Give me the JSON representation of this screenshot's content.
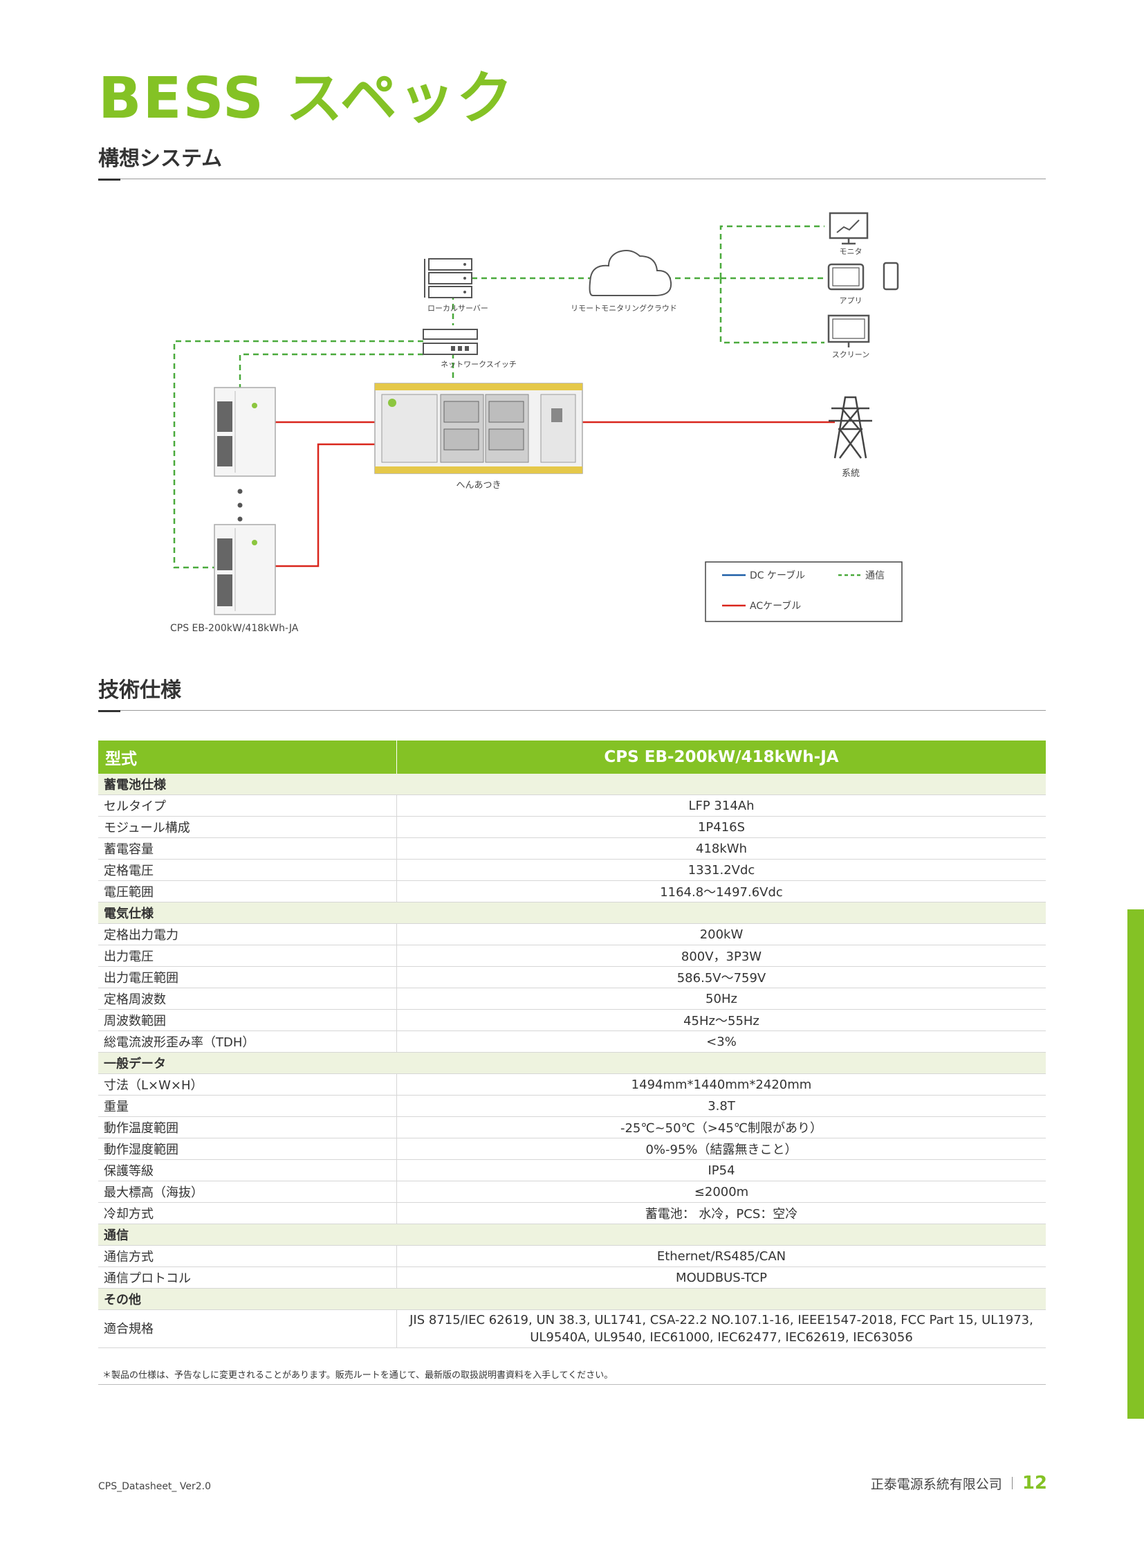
{
  "page": {
    "title": "BESS スペック",
    "section_system": "構想システム",
    "section_specs": "技術仕様"
  },
  "diagram": {
    "local_server": "ローカルサーバー",
    "cloud": "リモートモニタリングクラウド",
    "network_switch": "ネットワークスイッチ",
    "monitor": "モニタ",
    "app": "アプリ",
    "screen": "スクリーン",
    "pcs": "へんあつき",
    "grid": "系統",
    "cabinet_model": "CPS EB-200kW/418kWh-JA",
    "legend": {
      "dc": "DC ケーブル",
      "comm": "通信",
      "ac": "ACケーブル"
    },
    "colors": {
      "dc": "#1f5fa8",
      "ac": "#d9261c",
      "comm": "#4aaa3c"
    }
  },
  "table": {
    "header_param": "型式",
    "header_model": "CPS EB-200kW/418kWh-JA",
    "groups": [
      {
        "name": "蓄電池仕様",
        "rows": [
          {
            "p": "セルタイプ",
            "v": "LFP 314Ah"
          },
          {
            "p": "モジュール構成",
            "v": "1P416S"
          },
          {
            "p": "蓄電容量",
            "v": "418kWh"
          },
          {
            "p": "定格電圧",
            "v": "1331.2Vdc"
          },
          {
            "p": "電圧範囲",
            "v": "1164.8～1497.6Vdc"
          }
        ]
      },
      {
        "name": "電気仕様",
        "rows": [
          {
            "p": "定格出力電力",
            "v": "200kW"
          },
          {
            "p": "出力電圧",
            "v": "800V，3P3W"
          },
          {
            "p": "出力電圧範囲",
            "v": "586.5V～759V"
          },
          {
            "p": "定格周波数",
            "v": "50Hz"
          },
          {
            "p": "周波数範囲",
            "v": "45Hz～55Hz"
          },
          {
            "p": "総電流波形歪み率（TDH）",
            "v": "<3%"
          }
        ]
      },
      {
        "name": "一般データ",
        "rows": [
          {
            "p": "寸法（L×W×H）",
            "v": "1494mm*1440mm*2420mm"
          },
          {
            "p": "重量",
            "v": "3.8T"
          },
          {
            "p": "動作温度範囲",
            "v": "-25℃~50℃（>45℃制限があり）"
          },
          {
            "p": "動作湿度範囲",
            "v": "0%-95%（結露無きこと）"
          },
          {
            "p": "保護等級",
            "v": "IP54"
          },
          {
            "p": "最大標高（海抜）",
            "v": "≤2000m"
          },
          {
            "p": "冷却方式",
            "v": "蓄電池： 水冷，PCS：空冷"
          }
        ]
      },
      {
        "name": "通信",
        "rows": [
          {
            "p": "通信方式",
            "v": "Ethernet/RS485/CAN"
          },
          {
            "p": "通信プロトコル",
            "v": "MOUDBUS-TCP"
          }
        ]
      },
      {
        "name": "その他",
        "rows": [
          {
            "p": "適合規格",
            "v": "JIS 8715/IEC 62619, UN 38.3, UL1741, CSA-22.2 NO.107.1-16, IEEE1547-2018, FCC Part 15, UL1973, UL9540A, UL9540, IEC61000, IEC62477, IEC62619, IEC63056"
          }
        ]
      }
    ]
  },
  "note": "＊製品の仕様は、予告なしに変更されることがあります。販売ルートを通じて、最新版の取扱説明書資料を入手してください。",
  "footer": {
    "doc": "CPS_Datasheet_ Ver2.0",
    "company": "正泰電源系統有限公司",
    "page": "12"
  },
  "accent": "#84c225"
}
